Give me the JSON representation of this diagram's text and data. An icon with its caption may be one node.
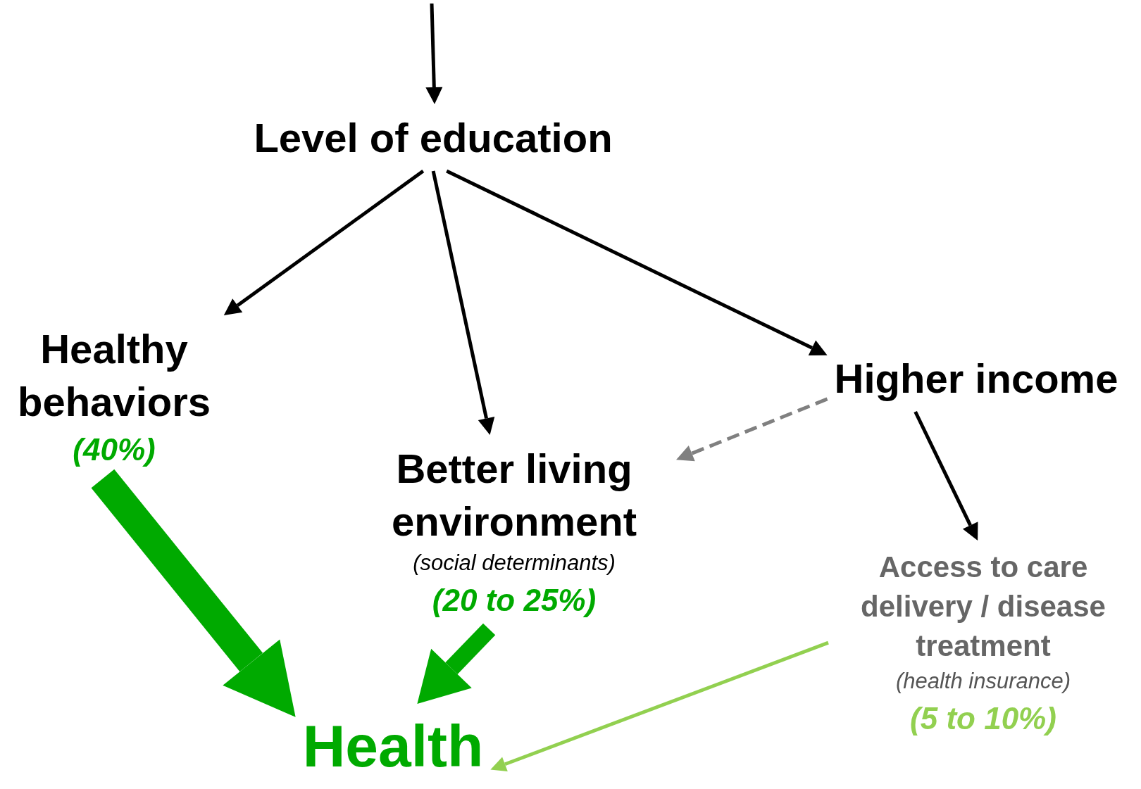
{
  "diagram": {
    "nodes": [
      {
        "text": [
          "Level of education"
        ]
      },
      {
        "text": [
          "Healthy behaviors",
          "(40%)"
        ]
      },
      {
        "text": [
          "Better living environment",
          "(social determinants)",
          "(20 to 25%)"
        ]
      },
      {
        "text": [
          "Higher income"
        ]
      },
      {
        "text": [
          "Access to care delivery / disease treatment",
          "(health insurance)",
          "(5 to 10%)"
        ]
      },
      {
        "text": [
          "Health"
        ]
      }
    ],
    "edges": [
      {
        "from": null,
        "to": 0,
        "arrow": "to"
      },
      {
        "from": 0,
        "to": 1,
        "arrow": "to"
      },
      {
        "from": 0,
        "to": 2,
        "arrow": "to"
      },
      {
        "from": 0,
        "to": 3,
        "arrow": "to"
      },
      {
        "from": 3,
        "to": 2,
        "arrow": "to",
        "style": "dashed",
        "color": "#808080"
      },
      {
        "from": 3,
        "to": 4,
        "arrow": "to"
      },
      {
        "from": 1,
        "to": 5,
        "arrow": "to",
        "style": "thick",
        "color": "#00aa00"
      },
      {
        "from": 2,
        "to": 5,
        "arrow": "to",
        "style": "thick",
        "color": "#00aa00"
      },
      {
        "from": 4,
        "to": 5,
        "arrow": "to",
        "color": "#92d050"
      }
    ]
  }
}
